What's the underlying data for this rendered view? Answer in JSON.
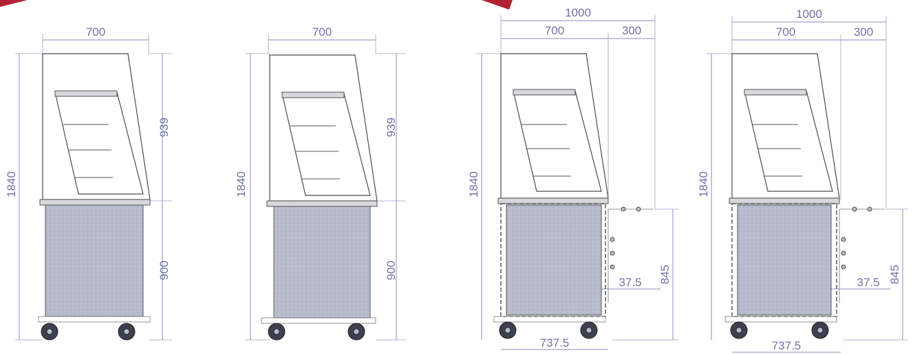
{
  "views": [
    {
      "id": "view-1",
      "width": "700",
      "total_height": "1840",
      "upper_height": "939",
      "lower_height": "900"
    },
    {
      "id": "view-2",
      "width": "700",
      "total_height": "1840",
      "upper_height": "939",
      "lower_height": "900"
    },
    {
      "id": "view-3",
      "overall_width": "1000",
      "width": "700",
      "shelf_width": "300",
      "total_height": "1840",
      "shelf_height": "845",
      "offset": "37.5",
      "base_width": "737.5"
    },
    {
      "id": "view-4",
      "overall_width": "1000",
      "width": "700",
      "shelf_width": "300",
      "total_height": "1840",
      "shelf_height": "845",
      "offset": "37.5",
      "base_width": "737.5"
    }
  ],
  "colors": {
    "dimension": "#6f72a8",
    "panel": "#b8bccd",
    "accent": "#b32232"
  }
}
